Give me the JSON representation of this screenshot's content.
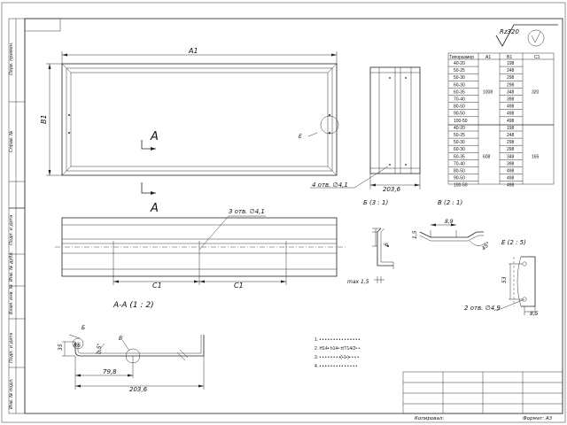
{
  "side_labels": [
    "Перв. примен.",
    "Справ. №",
    "Подп. и дата",
    "Инв. № дубл.",
    "Взам. инв. №",
    "Подп. и дата",
    "Инв. № подл."
  ],
  "roughness": "Rz320",
  "roughness_paren": "(√)",
  "dims": {
    "a1": "A1",
    "b1": "B1",
    "c1_left": "C1",
    "c1_right": "C1",
    "d_203_top": "203,6",
    "d_203_sec": "203,6",
    "d_798": "79,8",
    "d_35": "35",
    "d_r6": "R6",
    "d_05": "0,5°",
    "d_89": "8,9",
    "d_15a": "1,5",
    "d_6": "6",
    "d_45": "45°",
    "d_max15": "max 1,5",
    "d_53": "53",
    "d_85": "8,5"
  },
  "notes": {
    "holes4": "4 отв. ∅4,1",
    "holes3": "3 отв. ∅4,1",
    "holes2": "2 отв. ∅4,9"
  },
  "section_marks": {
    "a_top": "A",
    "a_bottom": "A",
    "e_mark": "E",
    "b_mark": "Б",
    "v_mark": "В"
  },
  "views": {
    "section_aa": "A-A (1 : 2)",
    "view_b": "Б (3 : 1)",
    "view_v": "В (2 : 1)",
    "view_e": "E (2 : 5)"
  },
  "table": {
    "headers": [
      "Типоразмер",
      "A1",
      "B1",
      "C1"
    ],
    "groups": [
      {
        "a1": "1008",
        "c1": "320",
        "rows": [
          [
            "40-20",
            "198"
          ],
          [
            "50-25",
            "248"
          ],
          [
            "50-30",
            "298"
          ],
          [
            "60-30",
            "298"
          ],
          [
            "60-35",
            "348"
          ],
          [
            "70-40",
            "398"
          ],
          [
            "80-50",
            "498"
          ],
          [
            "90-50",
            "498"
          ],
          [
            "100-50",
            "498"
          ]
        ]
      },
      {
        "a1": "608",
        "c1": "165",
        "rows": [
          [
            "40-20",
            "198"
          ],
          [
            "50-25",
            "248"
          ],
          [
            "50-30",
            "298"
          ],
          [
            "60-30",
            "298"
          ],
          [
            "60-35",
            "348"
          ],
          [
            "70-40",
            "398"
          ],
          [
            "80-50",
            "498"
          ],
          [
            "90-50",
            "498"
          ],
          [
            "100-50",
            "498"
          ]
        ]
      }
    ]
  },
  "tech_notes": [
    "1. •  •  •  •  •  •  •  •  •  •  •  •  •  •  •",
    "2. Н14•  h14•  ±IT14/2•  •",
    "3. •  •  •  •  •  •  •  •(•1•)•  •  •  •",
    "4. •  •  •  •  •  •  •  •  •  •  •  •  •  •"
  ],
  "footer": {
    "copied": "Копировал:",
    "format": "Формат: А3"
  }
}
